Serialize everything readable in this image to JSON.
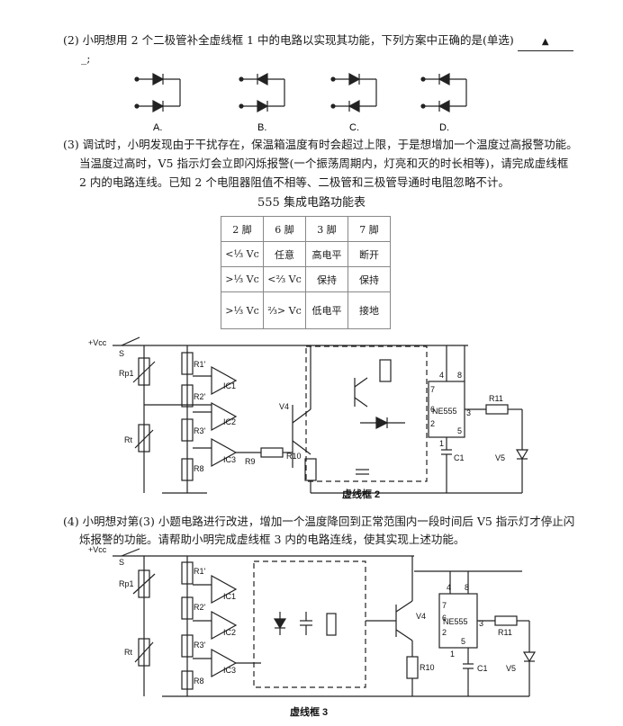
{
  "q2": {
    "text": "(2) 小明想用 2 个二极管补全虚线框 1 中的电路以实现其功能，下列方案中正确的是(单选)",
    "answer_mark": "▲",
    "tail": "_;",
    "options": [
      "A.",
      "B.",
      "C.",
      "D."
    ]
  },
  "q3": {
    "line1": "(3) 调试时，小明发现由于干扰存在，保温箱温度有时会超过上限，于是想增加一个温度过高报警功能。",
    "line2": "当温度过高时，V5 指示灯会立即闪烁报警(一个振荡周期内，灯亮和灭的时长相等)，请完成虚线框",
    "line3": "2 内的电路连线。已知 2 个电阻器阻值不相等、二极管和三极管导通时电阻忽略不计。"
  },
  "table": {
    "title": "555 集成电路功能表",
    "headers": [
      "2 脚",
      "6 脚",
      "3 脚",
      "7 脚"
    ],
    "rows": [
      [
        "<⅓ Vc",
        "任意",
        "高电平",
        "断开"
      ],
      [
        ">⅓ Vc",
        "<⅔ Vc",
        "保持",
        "保持"
      ],
      [
        ">⅓ Vc",
        "⅔> Vc",
        "低电平",
        "接地"
      ]
    ]
  },
  "circuit2": {
    "labels": {
      "vcc": "+Vcc",
      "s": "S",
      "rp1": "Rp1",
      "rt": "Rt",
      "r1": "R1'",
      "r2": "R2'",
      "r3": "R3'",
      "r8": "R8",
      "ic1": "IC1",
      "ic2": "IC2",
      "ic3": "IC3",
      "r9": "R9",
      "v4": "V4",
      "r10": "R10",
      "ne": "NE555",
      "r11": "R11",
      "c1": "C1",
      "v5": "V5",
      "p7": "7",
      "p6": "6",
      "p2": "2",
      "p4": "4",
      "p8": "8",
      "p3": "3",
      "p5": "5",
      "p1": "1"
    },
    "caption": "虚线框 2"
  },
  "q4": {
    "line1": "(4) 小明想对第(3) 小题电路进行改进，增加一个温度降回到正常范围内一段时间后 V5 指示灯才停止闪",
    "line2": "烁报警的功能。请帮助小明完成虚线框 3 内的电路连线，使其实现上述功能。"
  },
  "circuit3": {
    "labels": {
      "vcc": "+Vcc",
      "s": "S",
      "rp1": "Rp1",
      "rt": "Rt",
      "r1": "R1'",
      "r2": "R2'",
      "r3": "R3'",
      "r8": "R8",
      "ic1": "IC1",
      "ic2": "IC2",
      "ic3": "IC3",
      "v4": "V4",
      "r10": "R10",
      "ne": "NE555",
      "r11": "R11",
      "c1": "C1",
      "v5": "V5",
      "p4": "4",
      "p8": "8",
      "p7": "7",
      "p6": "6",
      "p2": "2",
      "p3": "3",
      "p5": "5",
      "p1": "1"
    },
    "caption": "虚线框 3"
  }
}
